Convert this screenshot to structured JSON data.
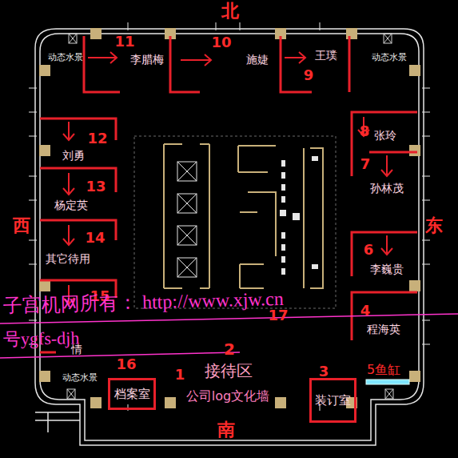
{
  "diagram": {
    "nodes": [
      {
        "text": [
          "档案室"
        ]
      },
      {
        "text": [
          "装订室"
        ]
      }
    ],
    "labels": [
      "北",
      "南",
      "西",
      "东",
      "动态水景",
      "动态水景",
      "动态水景",
      "11",
      "李腊梅",
      "10",
      "施婕",
      "9",
      "王璞",
      "8",
      "张玲",
      "7",
      "孙林茂",
      "12",
      "刘勇",
      "13",
      "杨定英",
      "14",
      "其它待用",
      "6",
      "李巍贵",
      "17",
      "4",
      "程海英",
      "15",
      "情",
      "16",
      "2",
      "接待区",
      "1",
      "公司log文化墙",
      "3",
      "5鱼缸",
      "子宫机网所有： http://www.xjw.cn",
      "号ygfs-djh"
    ]
  }
}
